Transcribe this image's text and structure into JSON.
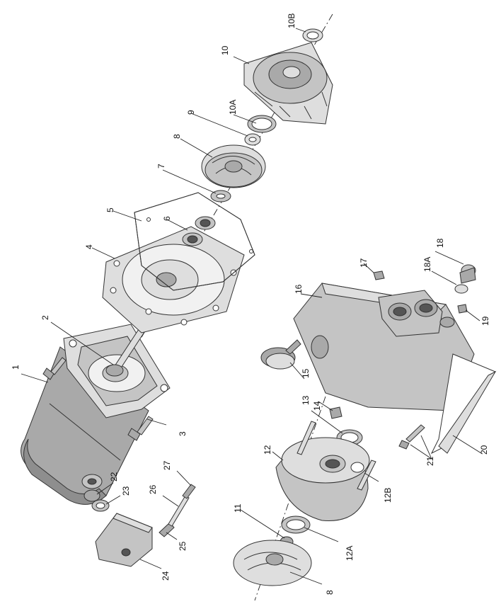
{
  "diagram": {
    "labels": {
      "p1": "1",
      "p2": "2",
      "p3": "3",
      "p4": "4",
      "p5": "5",
      "p6": "6",
      "p7": "7",
      "p8a": "8",
      "p8b": "8",
      "p9": "9",
      "p10": "10",
      "p10a": "10A",
      "p10b": "10B",
      "p11": "11",
      "p12": "12",
      "p12a": "12A",
      "p12b": "12B",
      "p13": "13",
      "p14": "14",
      "p15": "15",
      "p16": "16",
      "p17": "17",
      "p18": "18",
      "p18a": "18A",
      "p19": "19",
      "p20": "20",
      "p21": "21",
      "p22": "22",
      "p23": "23",
      "p24": "24",
      "p25": "25",
      "p26": "26",
      "p27": "27"
    }
  }
}
